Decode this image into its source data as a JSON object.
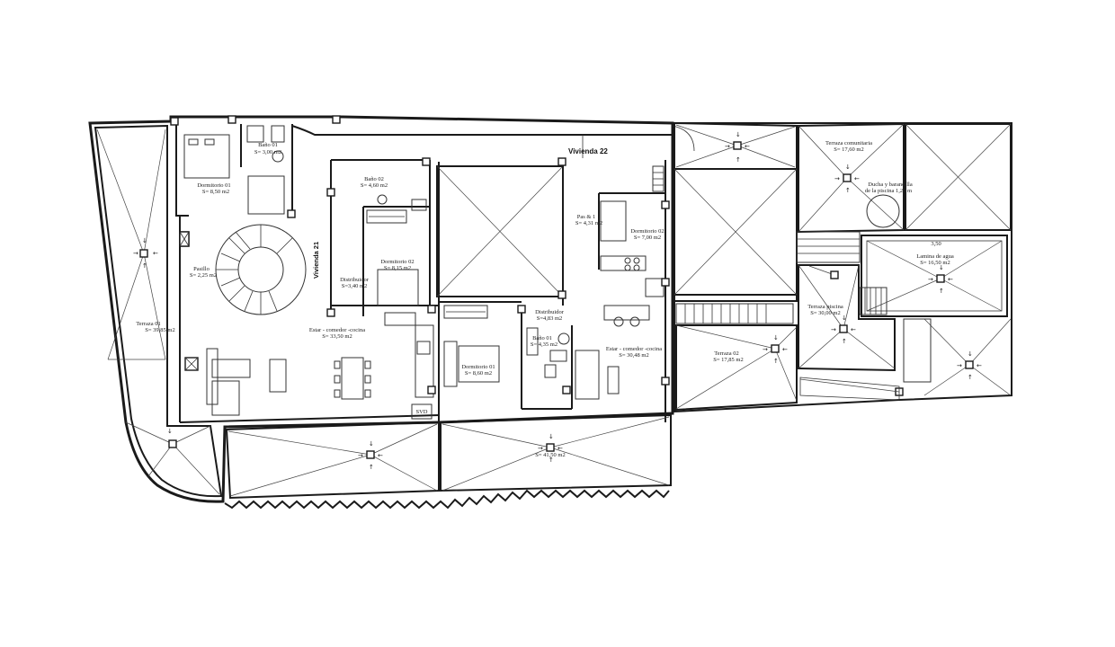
{
  "plan": {
    "unit_labels": {
      "vivienda_22": "Vivienda 22",
      "vivienda_21": "Vivienda 21"
    },
    "rooms": {
      "bano01_name": "Baño 01",
      "bano01_area": "S= 3,00 m2",
      "dorm01a_name": "Dormitorio 01",
      "dorm01a_area": "S= 8,50 m2",
      "pasillo_name": "Pasillo",
      "pasillo_area": "S= 2,25 m2",
      "terraza01_name": "Terraza 01",
      "terraza01_area": "S= 39,85 m2",
      "bano02_name": "Baño 02",
      "bano02_area": "S= 4,60 m2",
      "dorm02a_name": "Dormitorio 02",
      "dorm02a_area": "S= 8,15 m2",
      "dist_a_name": "Distribuidor",
      "dist_a_area": "S=3,40 m2",
      "estar_a_name": "Estar - comedor -cocina",
      "estar_a_area": "S= 33,50 m2",
      "dorm01b_name": "Dormitorio 01",
      "dorm01b_area": "S= 8,60 m2",
      "dist_b_name": "Distribuidor",
      "dist_b_area": "S=4,83 m2",
      "bano01b_name": "Baño 01",
      "bano01b_area": "S= 4,35 m2",
      "aseo_name": "Pas & 1",
      "aseo_area": "S= 4,31 m2",
      "dorm02b_name": "Dormitorio 02",
      "dorm02b_area": "S= 7,00 m2",
      "estar_b_name": "Estar - comedor -cocina",
      "estar_b_area": "S= 30,48 m2",
      "terraza02_name": "Terraza 02",
      "terraza02_area": "S= 17,85 m2",
      "terraza_com_name": "Terraza comunitaria",
      "terraza_com_area": "S= 17,60 m2",
      "ducha_name": "Ducha y barandilla",
      "ducha_area": "de la piscina 1,20 m",
      "lamina_name": "Lamina de agua",
      "lamina_area": "S= 16,50 m2",
      "lamina_dim": "3,50",
      "terraza_pisc_name": "Terraza piscina",
      "terraza_pisc_area": "S= 30,00 m2",
      "terraza_front_area": "S= 41,50 m2",
      "svd": "SVD"
    },
    "arrows": {
      "down": "↓",
      "up": "↑",
      "left": "←",
      "right": "→"
    }
  }
}
